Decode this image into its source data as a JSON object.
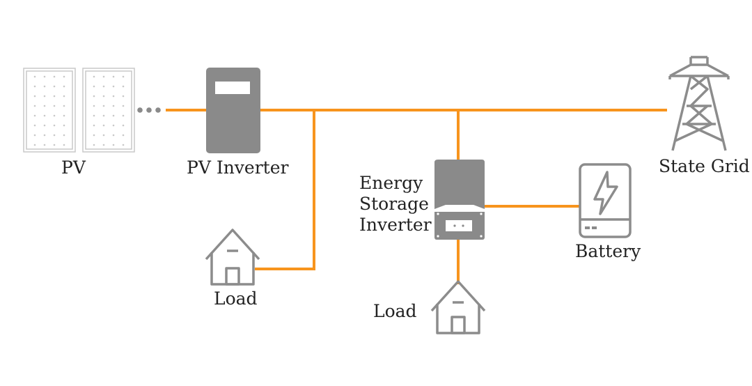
{
  "colors": {
    "wire": "#F7941D",
    "device": "#8A8A8A",
    "outline": "#8C8C8C",
    "panel_dot": "#C8C8C8",
    "text": "#222222"
  },
  "nodes": {
    "pv": {
      "label": "PV",
      "icon": "solar-panel-icon"
    },
    "pv_inverter": {
      "label": "PV Inverter",
      "icon": "inverter-icon"
    },
    "state_grid": {
      "label": "State Grid",
      "icon": "transmission-tower-icon"
    },
    "load_1": {
      "label": "Load",
      "icon": "house-icon"
    },
    "energy_storage_inverter": {
      "label_lines": [
        "Energy",
        "Storage",
        "Inverter"
      ],
      "icon": "storage-inverter-icon"
    },
    "battery": {
      "label": "Battery",
      "icon": "battery-icon"
    },
    "load_2": {
      "label": "Load",
      "icon": "house-icon"
    }
  }
}
